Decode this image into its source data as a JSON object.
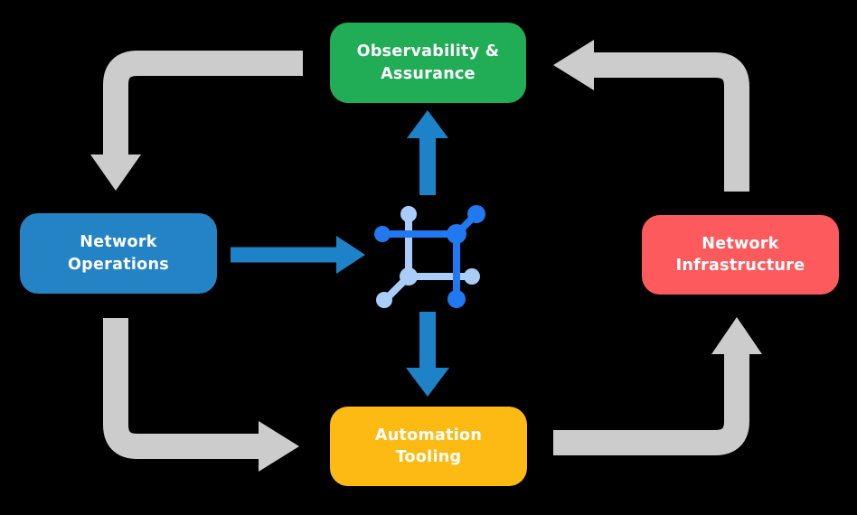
{
  "nodes": [
    {
      "id": "observability-assurance",
      "label_line1": "Observability &",
      "label_line2": "Assurance",
      "color": "#21ad56"
    },
    {
      "id": "network-operations",
      "label_line1": "Network",
      "label_line2": "Operations",
      "color": "#2383c4"
    },
    {
      "id": "network-infrastructure",
      "label_line1": "Network",
      "label_line2": "Infrastructure",
      "color": "#fd5a5e"
    },
    {
      "id": "automation-tooling",
      "label_line1": "Automation",
      "label_line2": "Tooling",
      "color": "#fcba13"
    }
  ],
  "center_icon": {
    "name": "network-mesh-icon",
    "dark_blue": "#2079f0",
    "light_blue": "#a9cdf8"
  },
  "arrows": {
    "gray_color": "#cccccc",
    "blue_color": "#1e82c8",
    "flows": [
      {
        "from": "observability-assurance",
        "to": "network-operations",
        "style": "gray"
      },
      {
        "from": "network-operations",
        "to": "automation-tooling",
        "style": "gray"
      },
      {
        "from": "automation-tooling",
        "to": "network-infrastructure",
        "style": "gray"
      },
      {
        "from": "network-infrastructure",
        "to": "observability-assurance",
        "style": "gray"
      },
      {
        "from": "network-operations",
        "to": "center-icon",
        "style": "blue"
      },
      {
        "from": "center-icon",
        "to": "observability-assurance",
        "style": "blue"
      },
      {
        "from": "center-icon",
        "to": "automation-tooling",
        "style": "blue"
      }
    ]
  },
  "background": "#000000",
  "text_color": "#ffffff"
}
